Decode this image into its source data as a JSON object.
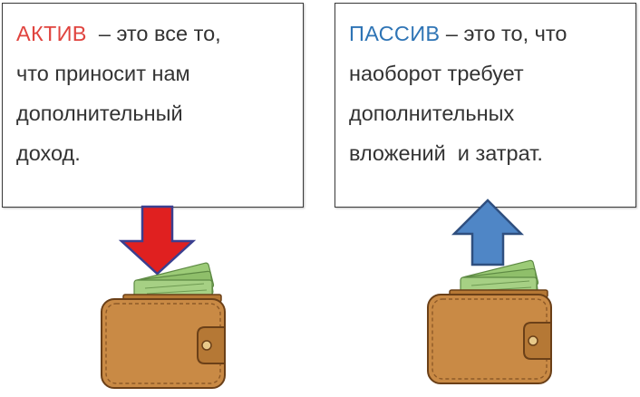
{
  "left_box": {
    "term": "АКТИВ",
    "term_color": "#E0443F",
    "line1_rest": "  – это все то,",
    "line2": "что приносит нам",
    "line3": "дополнительный",
    "line4": "доход."
  },
  "right_box": {
    "term": "ПАССИВ",
    "term_color": "#2E74B5",
    "line1_rest": " – это то, что",
    "line2": "наоборот требует",
    "line3": "дополнительных",
    "line4": "вложений  и затрат."
  },
  "arrows": {
    "down_arrow_color": "#E02020",
    "down_arrow_outline": "#3B3F8F",
    "up_arrow_color": "#4F86C6",
    "up_arrow_outline": "#2F4F7F"
  },
  "wallet": {
    "leather_color": "#C98A45",
    "money_color": "#8FBF6A"
  }
}
